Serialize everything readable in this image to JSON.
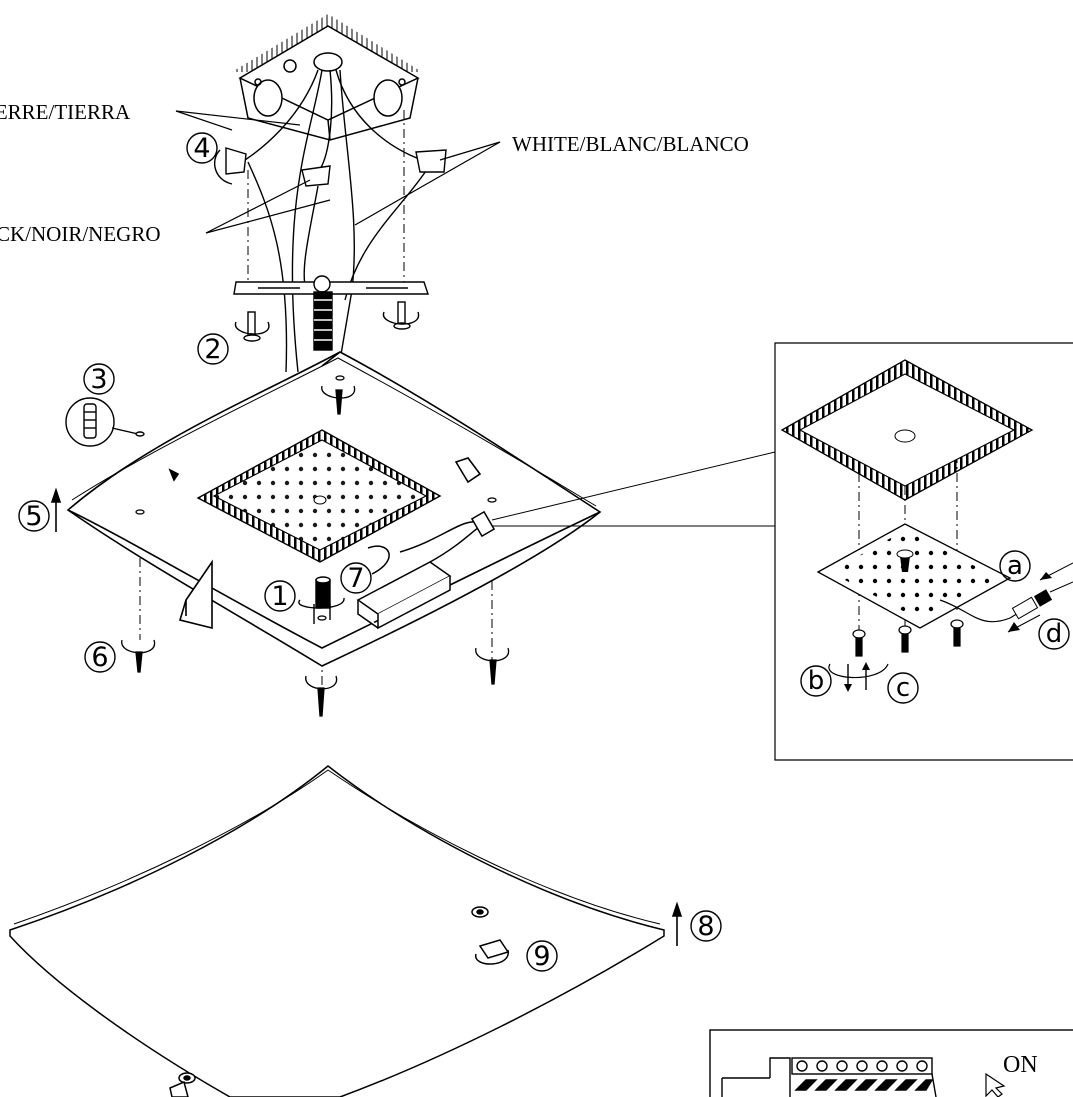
{
  "wire_labels": {
    "ground": "TERRE/TIERRA",
    "white": "WHITE/BLANC/BLANCO",
    "black": "BLACK/NOIR/NEGRO"
  },
  "steps": {
    "s1": "1",
    "s2": "2",
    "s3": "3",
    "s4": "4",
    "s5": "5",
    "s6": "6",
    "s7": "7",
    "s8": "8",
    "s9": "9"
  },
  "detail_steps": {
    "a": "a",
    "b": "b",
    "c": "c",
    "d": "d"
  },
  "breaker": {
    "on_label": "ON"
  }
}
